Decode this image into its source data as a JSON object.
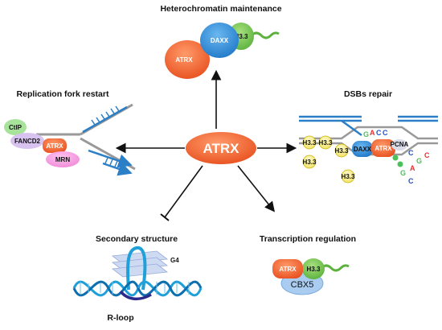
{
  "center": {
    "label": "ATRX"
  },
  "colors": {
    "atrx": "#f05a2a",
    "daxx": "#2a8ad6",
    "h33": "#6cc04a",
    "strand": "#2b7fc7",
    "dna_gray": "#9a9a9a"
  },
  "sections": {
    "heterochromatin": {
      "title": "Heterochromatin maintenance",
      "atrx": "ATRX",
      "daxx": "DAXX",
      "h33": "H3.3"
    },
    "replication": {
      "title": "Replication fork restart",
      "ctip": "CtIP",
      "fancd2": "FANCD2",
      "atrx": "ATRX",
      "mrn": "MRN"
    },
    "dsb": {
      "title": "DSBs repair",
      "h33": "H3.3",
      "daxx": "DAXX",
      "atrx": "ATRX",
      "pcna": "PCNA",
      "letters": [
        "G",
        "A",
        "C",
        "C",
        "C",
        "G",
        "C",
        "A",
        "G",
        "C"
      ]
    },
    "secondary": {
      "title": "Secondary structure",
      "g4": "G4",
      "rloop": "R-loop"
    },
    "transcription": {
      "title": "Transcription regulation",
      "atrx": "ATRX",
      "h33": "H3.3",
      "cbx5": "CBX5"
    }
  }
}
